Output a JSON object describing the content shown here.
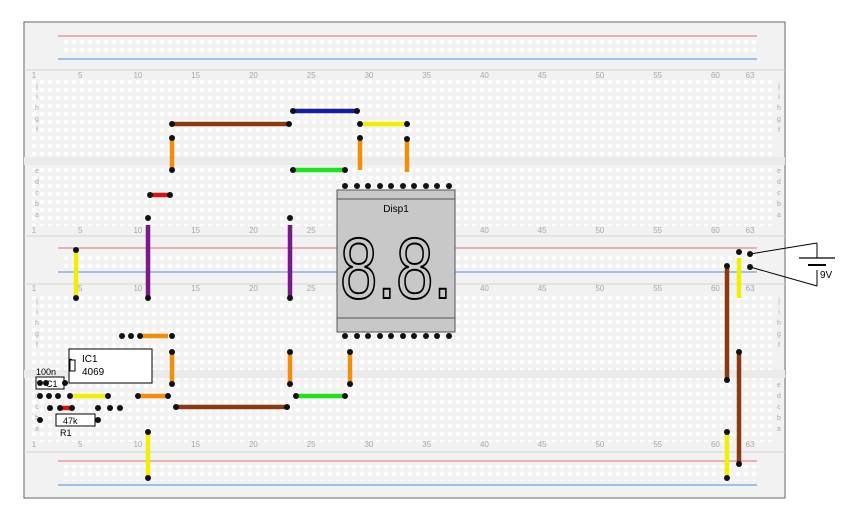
{
  "breadboard": {
    "column_numbers": [
      "1",
      "5",
      "10",
      "15",
      "20",
      "25",
      "30",
      "35",
      "40",
      "45",
      "50",
      "55",
      "60",
      "63"
    ],
    "row_letters_top": [
      "j",
      "i",
      "h",
      "g",
      "f"
    ],
    "row_letters_middle": [
      "e",
      "d",
      "c",
      "b",
      "a"
    ],
    "row_letters_lower": [
      "j",
      "i",
      "h",
      "g",
      "f"
    ],
    "row_letters_bottom": [
      "e",
      "d",
      "c",
      "b",
      "a"
    ]
  },
  "components": {
    "display": {
      "label": "Disp1",
      "digits": "8.8."
    },
    "ic": {
      "ref": "IC1",
      "part": "4069"
    },
    "capacitor": {
      "ref": "C1",
      "value": "100n"
    },
    "resistor": {
      "ref": "R1",
      "value": "47k"
    },
    "battery": {
      "value": "9V"
    }
  },
  "colors": {
    "board": "#f2f2f2",
    "hole": "#ffffff",
    "rail_red": "#e07070",
    "rail_blue": "#4a8ee0",
    "wire_brown": "#8b3a10",
    "wire_blue": "#1020a0",
    "wire_yellow": "#f0f000",
    "wire_orange": "#f0900a",
    "wire_green": "#20e020",
    "wire_red": "#e01010",
    "wire_purple": "#7a1a8a",
    "display_body": "#c8c8c8"
  }
}
